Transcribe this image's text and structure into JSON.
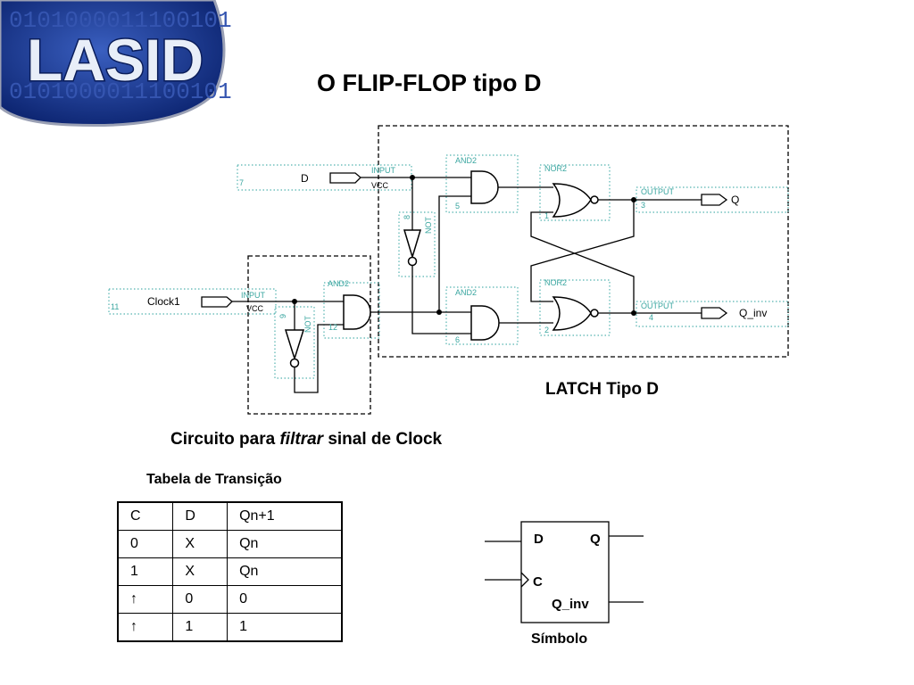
{
  "logo": {
    "text": "LASID",
    "binary_text": "0101000011100101"
  },
  "title": "O FLIP-FLOP tipo D",
  "circuit": {
    "input_d_name": "D",
    "input_clock_name": "Clock1",
    "input_tag": "INPUT",
    "vcc_tag": "VCC",
    "pin_d": "7",
    "pin_clock": "11",
    "and_tag": "AND2",
    "not_tag": "NOT",
    "nor_tag": "NOR2",
    "output_tag": "OUTPUT",
    "output_q_name": "Q",
    "output_qinv_name": "Q_inv",
    "num_and_top": "5",
    "num_and_bottom": "6",
    "num_not_latch": "8",
    "num_not_clock": "9",
    "num_and_clock": "12",
    "num_nor_top": "1",
    "num_nor_bottom": "2",
    "num_out_q": "3",
    "num_out_qinv": "4"
  },
  "latch_label": "LATCH Tipo D",
  "filter_caption": {
    "prefix": "Circuito para ",
    "italic": "filtrar",
    "suffix": " sinal de Clock"
  },
  "table": {
    "title": "Tabela de Transição",
    "headers": [
      "C",
      "D",
      "Qn+1"
    ],
    "rows": [
      [
        "0",
        "X",
        "Qn"
      ],
      [
        "1",
        "X",
        "Qn"
      ],
      [
        "↑",
        "0",
        "0"
      ],
      [
        "↑",
        "1",
        "1"
      ]
    ]
  },
  "symbol": {
    "d": "D",
    "q": "Q",
    "c": "C",
    "qinv": "Q_inv",
    "label": "Símbolo"
  },
  "colors": {
    "tag_text": "#3aa6a0",
    "dotted_box": "#55b3b0",
    "logo_blue": "#173a8f",
    "logo_text": "#e8eef8"
  }
}
